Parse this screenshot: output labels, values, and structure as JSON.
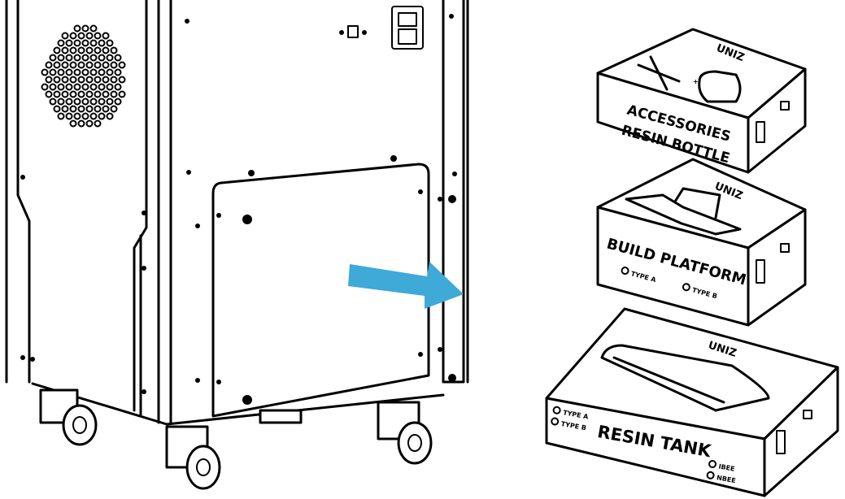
{
  "colors": {
    "arrow": "#3fa9d8",
    "line": "#000000"
  },
  "boxes": {
    "accessories": {
      "logo": "UNIZ",
      "line1": "ACCESSORIES",
      "line2": "RESIN BOTTLE"
    },
    "platform": {
      "logo": "UNIZ",
      "title": "BUILD PLATFORM",
      "option_a": "TYPE A",
      "option_b": "TYPE B"
    },
    "tank": {
      "logo": "UNIZ",
      "title": "RESIN TANK",
      "option_a": "TYPE A",
      "option_b": "TYPE B",
      "option_c": "IBEE",
      "option_d": "NBEE"
    }
  }
}
